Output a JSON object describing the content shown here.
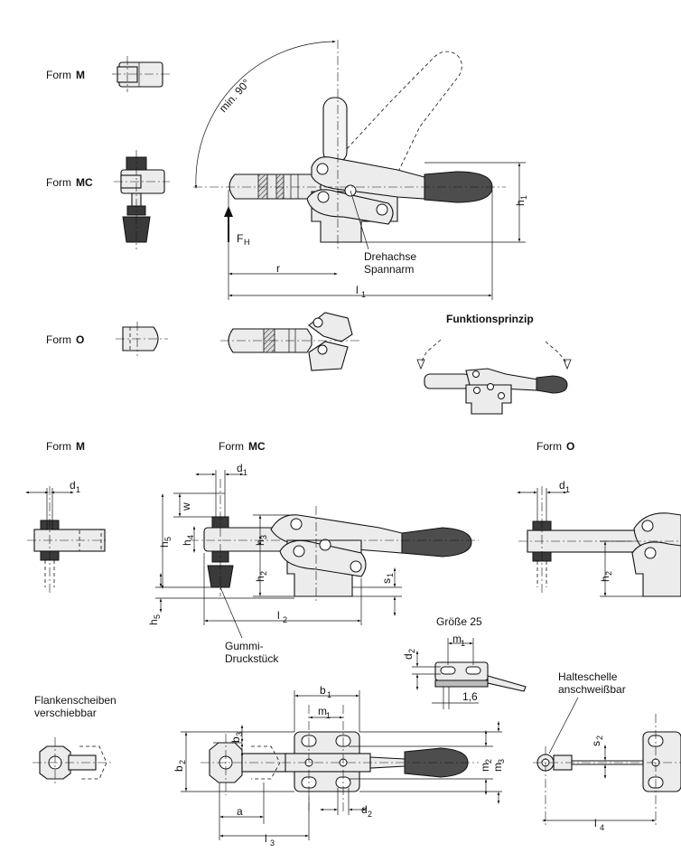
{
  "labels": {
    "form_word": "Form",
    "m": "M",
    "mc": "MC",
    "o": "O",
    "min_angle": "min. 90°",
    "pivot_line1": "Drehachse",
    "pivot_line2": "Spannarm",
    "principle": "Funktionsprinzip",
    "rubber_line1": "Gummi-",
    "rubber_line2": "Druckstück",
    "size": "Größe 25",
    "flank_line1": "Flankenscheiben",
    "flank_line2": "verschiebbar",
    "weld_line1": "Halteschelle",
    "weld_line2": "anschweißbar",
    "thickness": "1,6"
  },
  "dims": {
    "F": "F",
    "F_sub": "H",
    "r": "r",
    "l": "l",
    "sub1": "1",
    "sub2": "2",
    "sub3": "3",
    "sub4": "4",
    "sub5": "5",
    "h": "h",
    "d": "d",
    "w": "w",
    "s": "s",
    "m": "m",
    "b": "b",
    "a": "a"
  }
}
